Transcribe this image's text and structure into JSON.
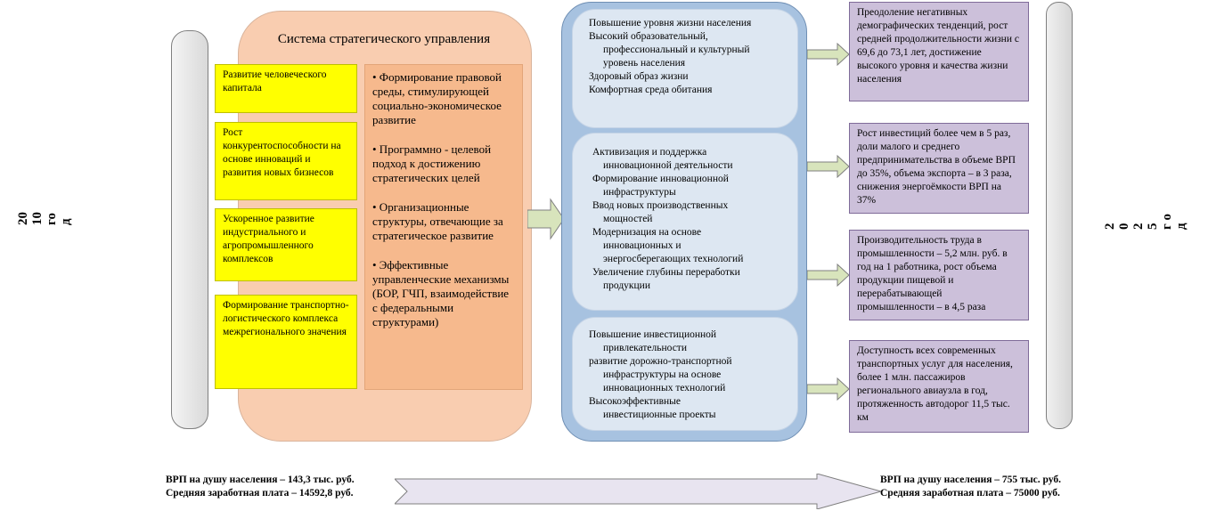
{
  "year_start": [
    "20",
    "10",
    "го",
    "д"
  ],
  "year_end": [
    "2",
    "0",
    "2",
    "5",
    "го",
    "д"
  ],
  "system": {
    "title": "Система стратегического управления",
    "directions": [
      "Развитие человеческого капитала",
      "Рост конкурентоспособности на основе инноваций и развития новых бизнесов",
      "Ускоренное развитие индустриального и агропромышленного комплексов",
      "Формирование транспортно-логистического комплекса межрегионального значения"
    ],
    "methods": [
      "• Формирование правовой среды, стимулирующей социально-экономическое развитие",
      "• Программно - целевой подход к достижению стратегических целей",
      "• Организационные структуры, отвечающие за стратегическое развитие",
      "• Эффективные управленческие механизмы (БОР, ГЧП, взаимодействие с федеральными структурами)"
    ]
  },
  "middle": {
    "panel1": [
      {
        "t": "Повышение уровня жизни населения",
        "i": false
      },
      {
        "t": "Высокий образовательный,",
        "i": false
      },
      {
        "t": "профессиональный и культурный",
        "i": true
      },
      {
        "t": "уровень населения",
        "i": true
      },
      {
        "t": "Здоровый образ жизни",
        "i": false
      },
      {
        "t": "Комфортная среда обитания",
        "i": false
      }
    ],
    "panel2": [
      {
        "t": "Активизация и поддержка",
        "i": false
      },
      {
        "t": "инновационной деятельности",
        "i": true
      },
      {
        "t": "Формирование инновационной",
        "i": false
      },
      {
        "t": "инфраструктуры",
        "i": true
      },
      {
        "t": "Ввод новых производственных",
        "i": false
      },
      {
        "t": "мощностей",
        "i": true
      },
      {
        "t": "Модернизация на основе",
        "i": false
      },
      {
        "t": "инновационных и",
        "i": true
      },
      {
        "t": "энергосберегающих технологий",
        "i": true
      },
      {
        "t": "Увеличение глубины переработки",
        "i": false
      },
      {
        "t": "продукции",
        "i": true
      }
    ],
    "panel3": [
      {
        "t": "Повышение инвестиционной",
        "i": false
      },
      {
        "t": "привлекательности",
        "i": true
      },
      {
        "t": "развитие дорожно-транспортной",
        "i": false
      },
      {
        "t": "инфраструктуры  на основе",
        "i": true
      },
      {
        "t": "инновационных  технологий",
        "i": true
      },
      {
        "t": "Высокоэффективные",
        "i": false
      },
      {
        "t": "инвестиционные проекты",
        "i": true
      }
    ]
  },
  "results": [
    "Преодоление негативных демографических тенденций, рост средней продолжительности жизни с 69,6 до 73,1 лет, достижение высокого уровня и качества жизни населения",
    "Рост инвестиций более чем в 5 раз, доли малого и среднего предпринимательства в объеме ВРП до 35%, объема экспорта – в 3 раза, снижения энергоёмкости ВРП на 37%",
    "Производительность труда в промышленности – 5,2  млн. руб. в год на 1 работника, рост объема продукции пищевой и перерабатывающей промышленности – в 4,5 раза",
    "Доступность всех современных транспортных услуг для населения, более 1 млн. пассажиров регионального авиаузла в год, протяженность автодорог 11,5 тыс. км"
  ],
  "bottom": {
    "left_line1": "ВРП на душу населения – 143,3 тыс. руб.",
    "left_line2": "Средняя заработная плата – 14592,8 руб.",
    "right_line1": "ВРП на душу населения – 755 тыс. руб.",
    "right_line2": "Средняя заработная плата – 75000 руб."
  },
  "colors": {
    "system_bg": "#f9cdb0",
    "direction_bg": "#ffff00",
    "methods_bg": "#f6b98d",
    "middle_bg": "#a7c2e0",
    "panel_bg": "#dde7f2",
    "result_bg": "#ccc0da",
    "arrow_fill": "#d8e4bc"
  }
}
